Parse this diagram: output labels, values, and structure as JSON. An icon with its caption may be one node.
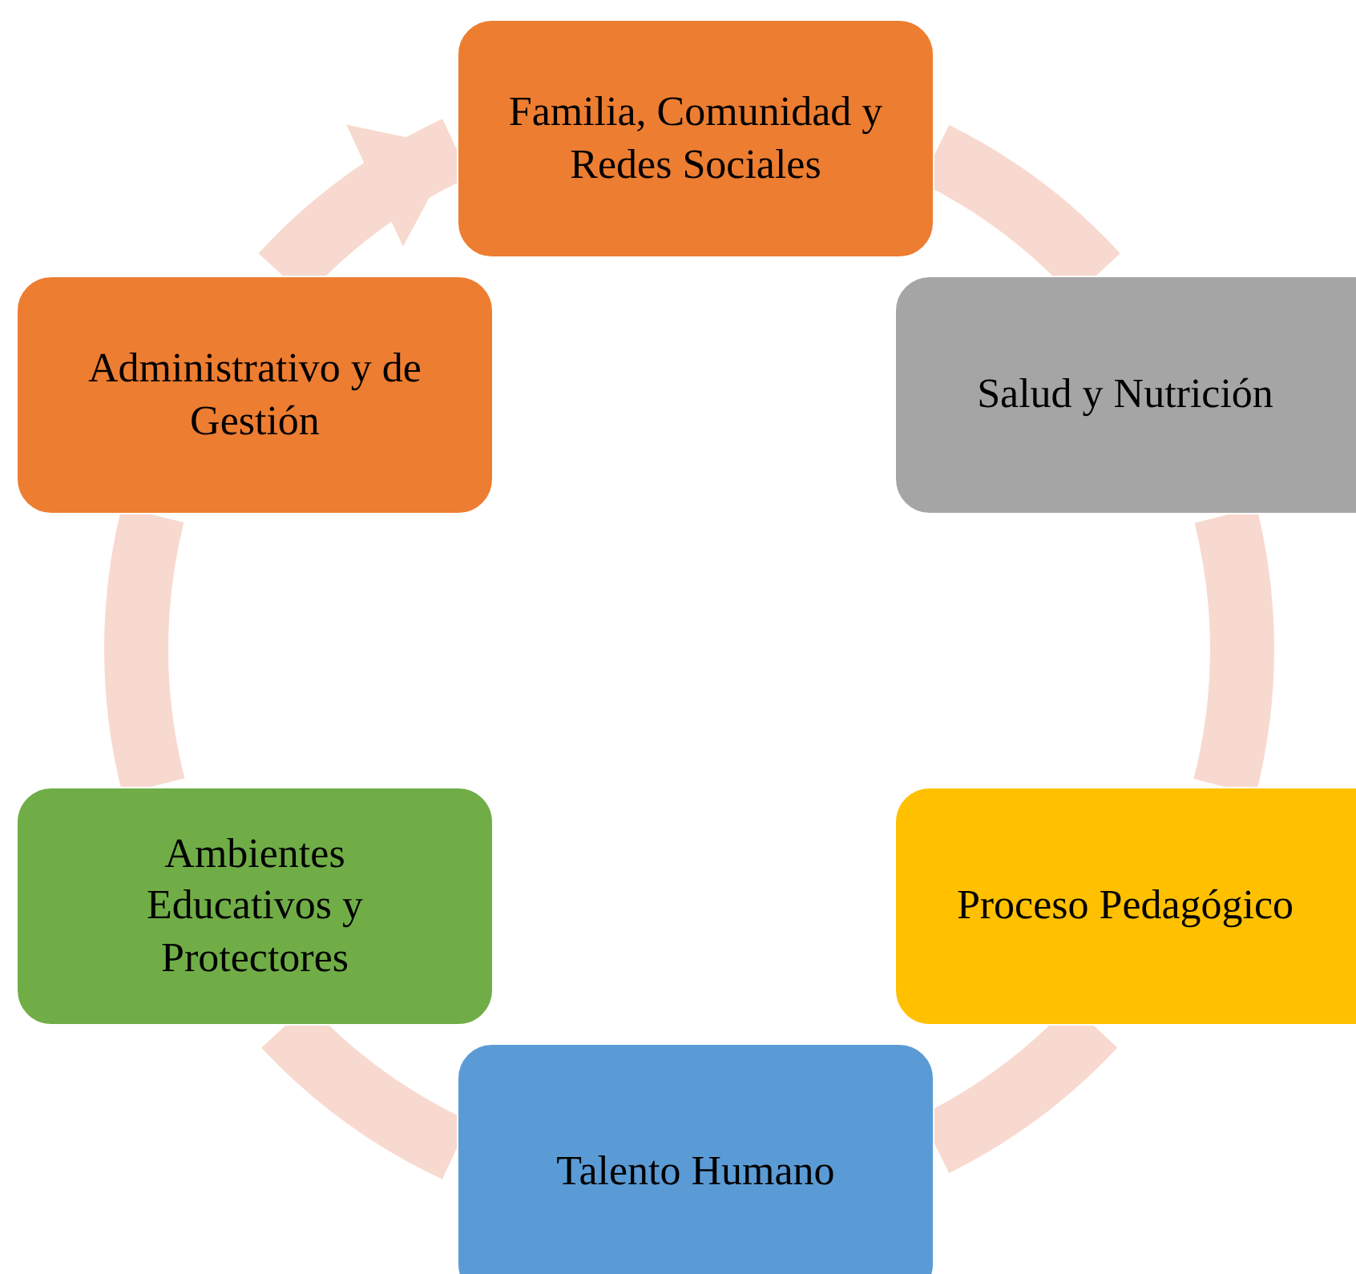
{
  "diagram": {
    "nodes": [
      {
        "text": [
          "Familia, Comunidad y Redes Sociales"
        ]
      },
      {
        "text": [
          "Salud y Nutrición"
        ]
      },
      {
        "text": [
          "Proceso Pedagógico"
        ]
      },
      {
        "text": [
          "Talento Humano"
        ]
      },
      {
        "text": [
          "Ambientes Educativos y Protectores"
        ]
      },
      {
        "text": [
          "Administrativo y de Gestión"
        ]
      }
    ],
    "edges": [
      {
        "from": 0,
        "to": 1,
        "arrow": "none"
      },
      {
        "from": 1,
        "to": 2,
        "arrow": "none"
      },
      {
        "from": 2,
        "to": 3,
        "arrow": "none"
      },
      {
        "from": 3,
        "to": 4,
        "arrow": "none"
      },
      {
        "from": 4,
        "to": 5,
        "arrow": "none"
      },
      {
        "from": 5,
        "to": 0,
        "arrow": "to"
      }
    ]
  }
}
